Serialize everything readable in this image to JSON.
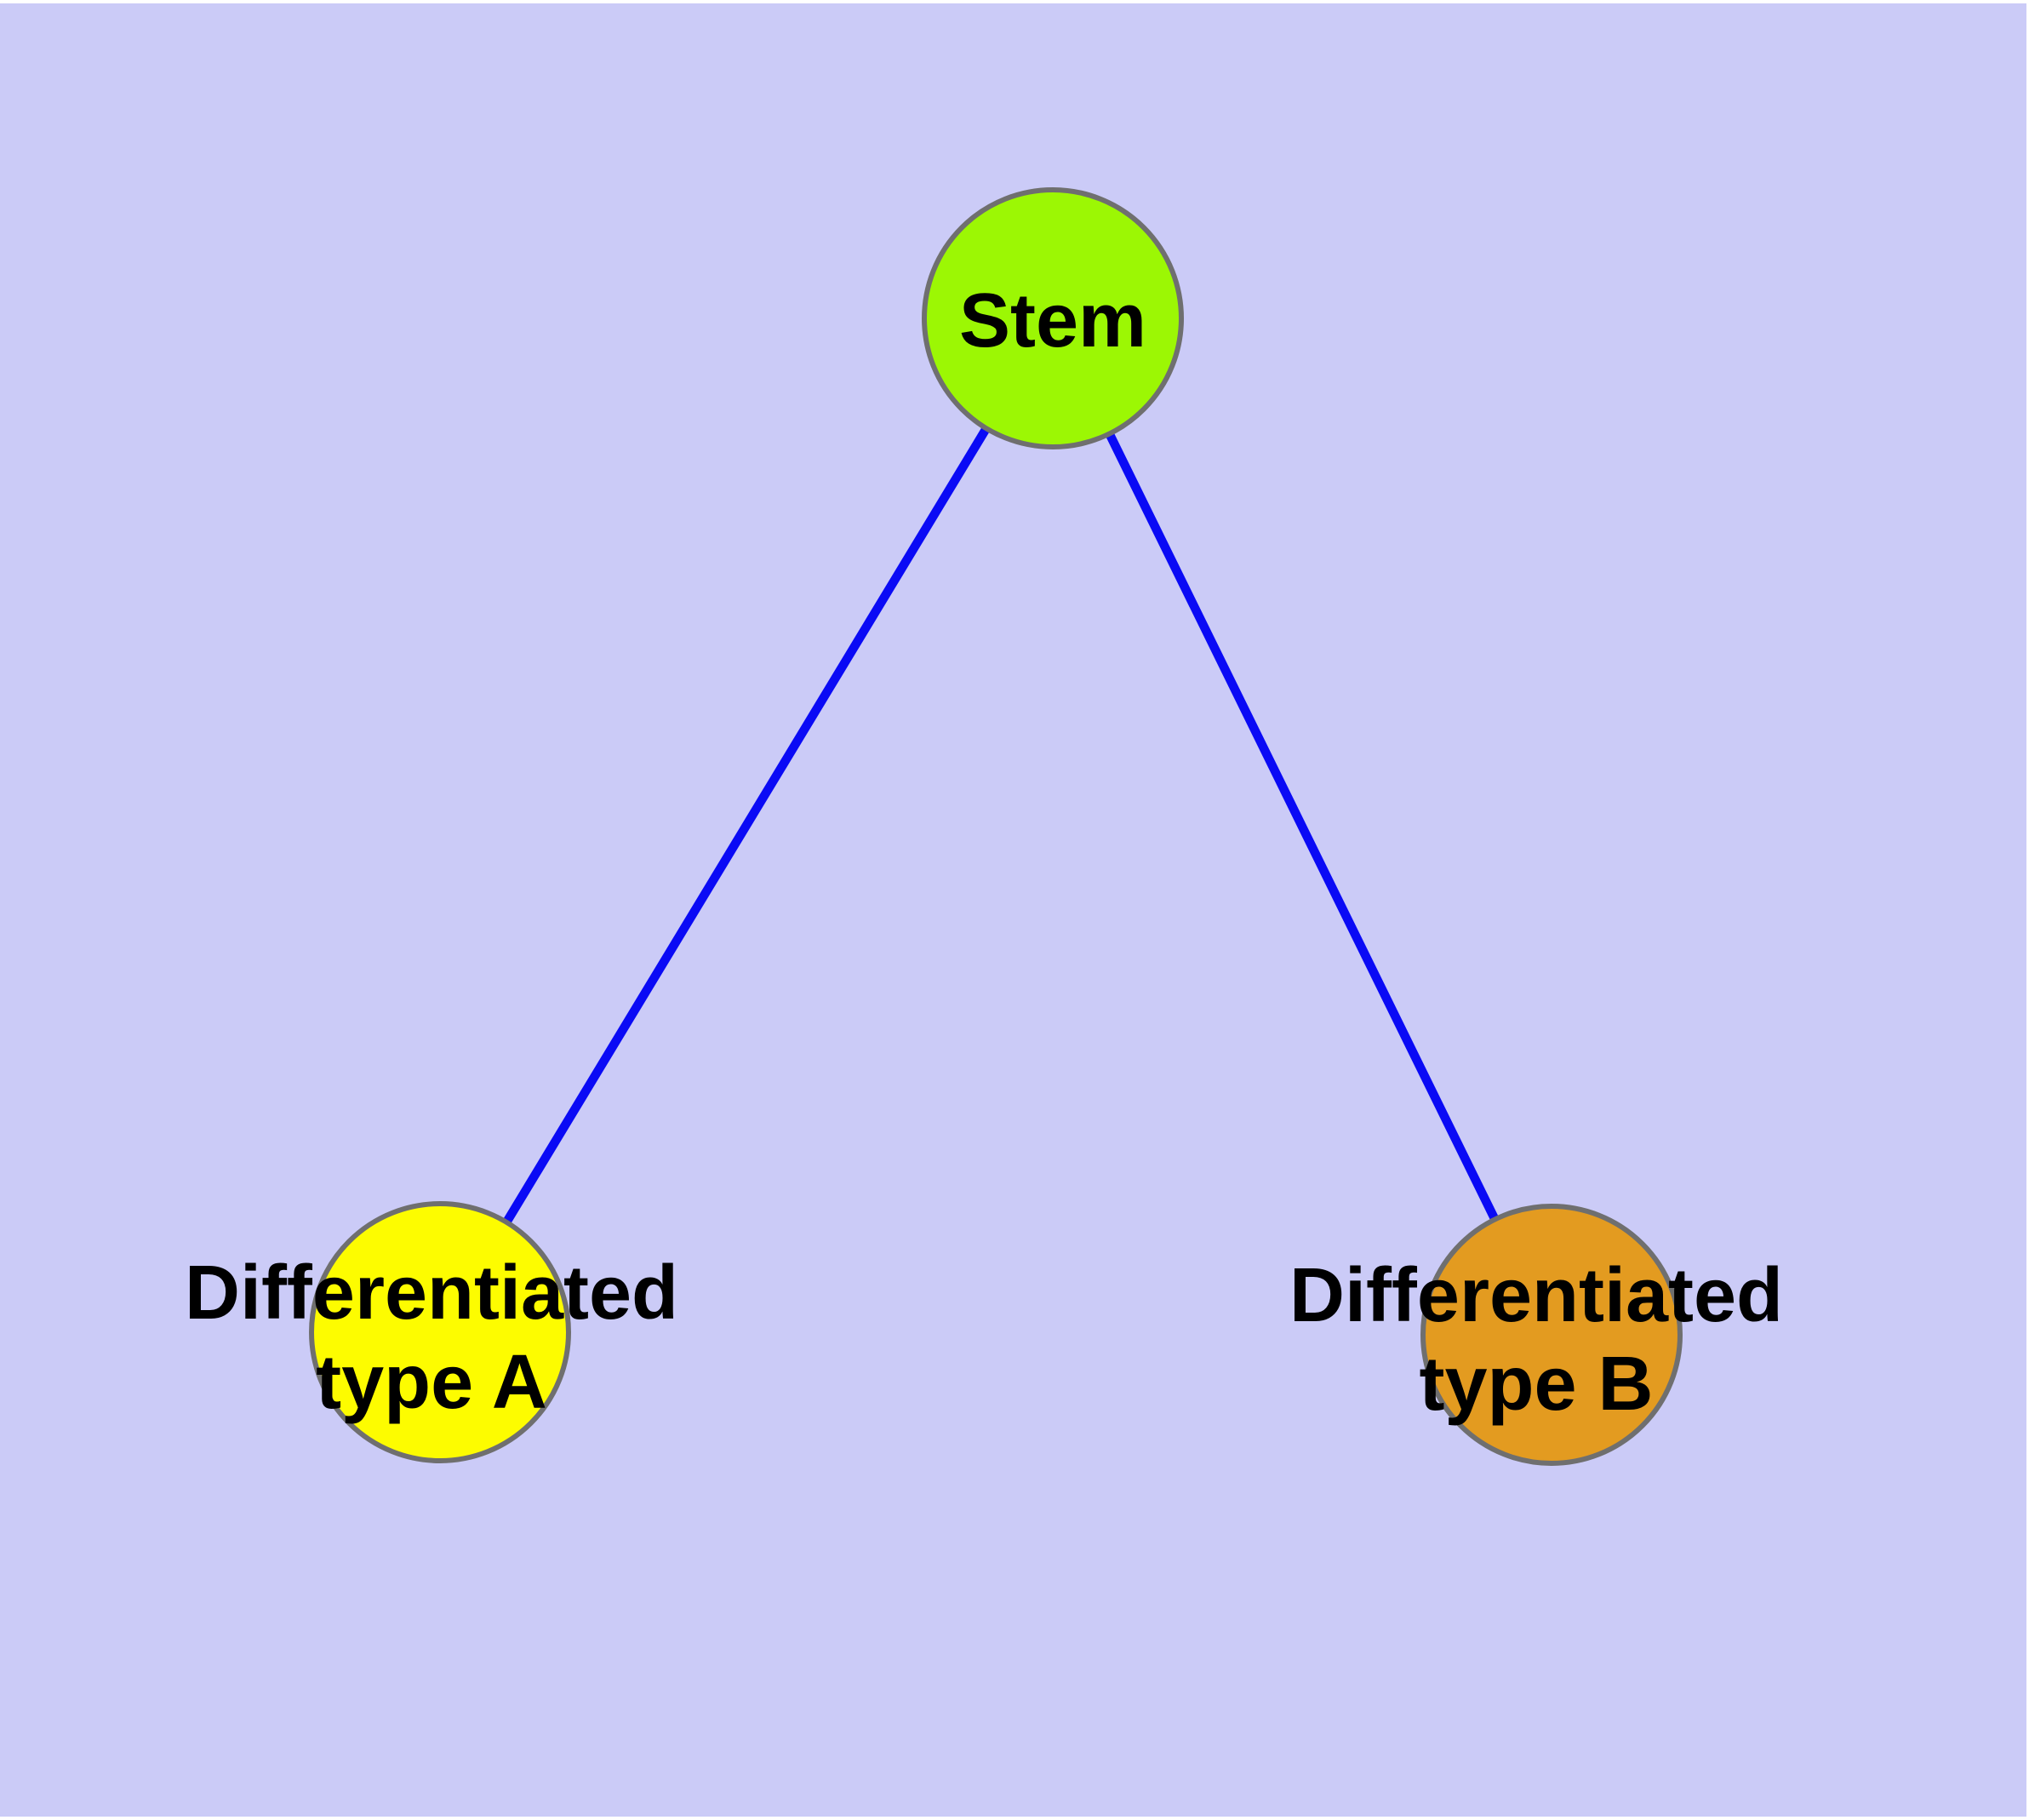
{
  "diagram": {
    "type": "network-graph",
    "colors": {
      "page_background": "#ffffff",
      "plot_background": "#cbcbf7",
      "edge": "#0a0af5",
      "node_border": "#6f6f6f",
      "label_text": "#000000",
      "stem_fill": "#9cf704",
      "type_a_fill": "#fdfc00",
      "type_b_fill": "#e39b20"
    },
    "nodes": [
      {
        "id": "stem",
        "label": "Stem",
        "fill": "#9cf704"
      },
      {
        "id": "differentiated-type-a",
        "label_line1": "Differentiated",
        "label_line2": "type A",
        "fill": "#fdfc00"
      },
      {
        "id": "differentiated-type-b",
        "label_line1": "Differentiated",
        "label_line2": "type B",
        "fill": "#e39b20"
      }
    ],
    "edges": [
      {
        "from": "stem",
        "to": "differentiated-type-a"
      },
      {
        "from": "stem",
        "to": "differentiated-type-b"
      }
    ]
  }
}
